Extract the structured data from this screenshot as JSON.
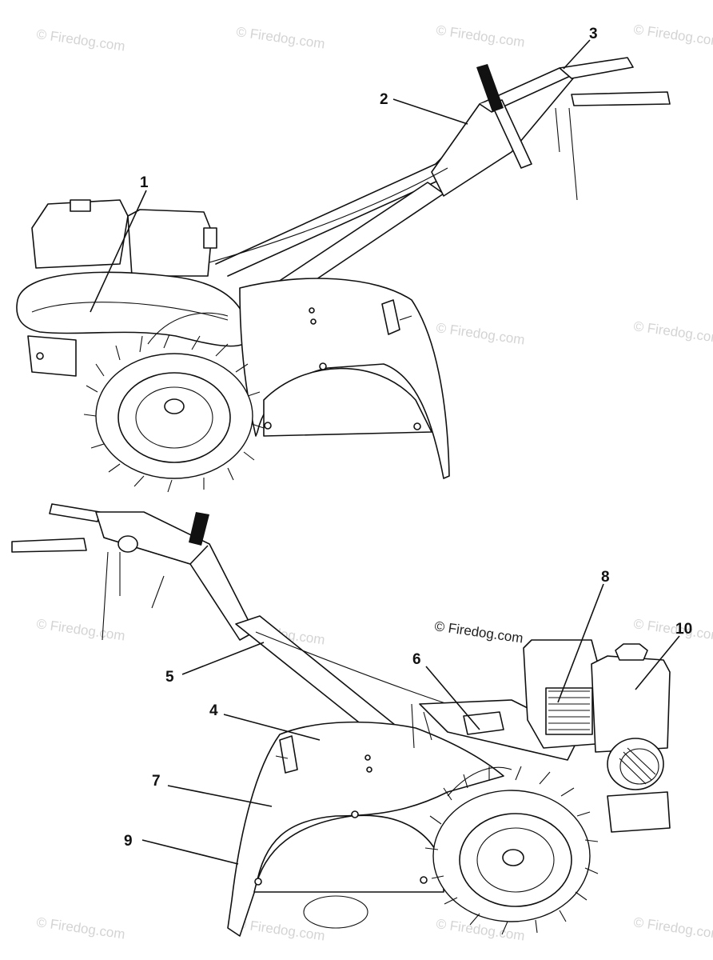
{
  "watermark": {
    "text": "© Firedog.com",
    "prominent_text": "© Firedog.com"
  },
  "callouts": {
    "c1": "1",
    "c2": "2",
    "c3": "3",
    "c4": "4",
    "c5": "5",
    "c6": "6",
    "c7": "7",
    "c8": "8",
    "c9": "9",
    "c10": "10"
  },
  "colors": {
    "line": "#111111",
    "watermark": "#d4d4d4",
    "background": "#ffffff"
  }
}
